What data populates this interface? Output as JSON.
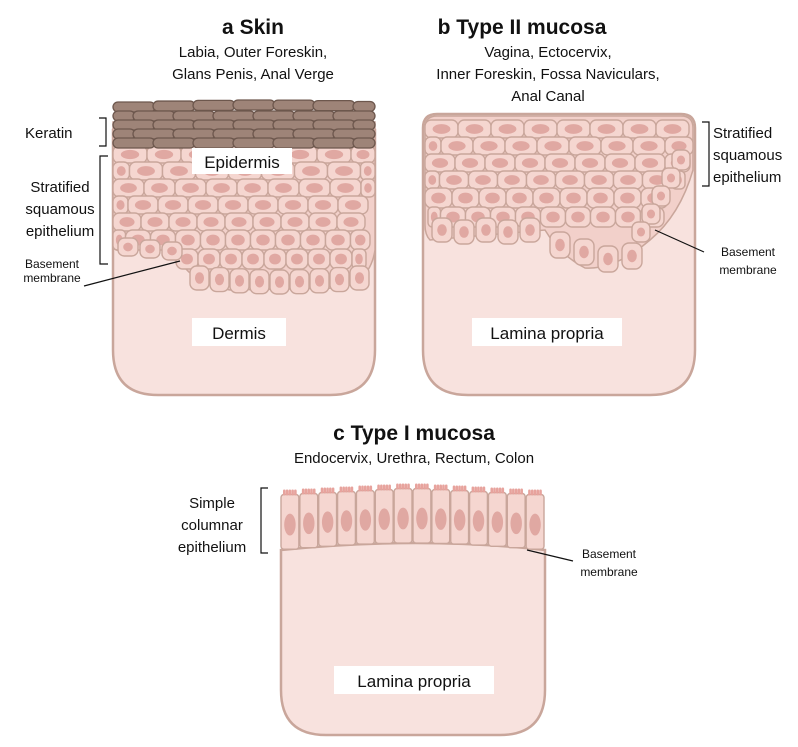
{
  "panels": {
    "a": {
      "letter": "a",
      "title": "Skin",
      "subtitle_lines": [
        "Labia, Outer Foreskin,",
        "Glans Penis, Anal Verge"
      ],
      "labels": {
        "keratin": "Keratin",
        "epithelium": [
          "Stratified",
          "squamous",
          "epithelium"
        ],
        "basement": [
          "Basement",
          "membrane"
        ],
        "epidermis": "Epidermis",
        "dermis": "Dermis"
      }
    },
    "b": {
      "letter": "b",
      "title": "Type II mucosa",
      "subtitle_lines": [
        "Vagina, Ectocervix,",
        "Inner Foreskin, Fossa Naviculars,",
        "Anal Canal"
      ],
      "labels": {
        "epithelium": [
          "Stratified",
          "squamous",
          "epithelium"
        ],
        "basement": [
          "Basement",
          "membrane"
        ],
        "lamina": "Lamina propria"
      }
    },
    "c": {
      "letter": "c",
      "title": "Type I mucosa",
      "subtitle_lines": [
        "Endocervix, Urethra, Rectum, Colon"
      ],
      "labels": {
        "epithelium": [
          "Simple",
          "columnar",
          "epithelium"
        ],
        "basement": [
          "Basement",
          "membrane"
        ],
        "lamina": "Lamina propria"
      }
    }
  },
  "colors": {
    "tissue_fill": "#f8e2de",
    "tissue_stroke": "#c9a69b",
    "cell_fill": "#f5d6d0",
    "nucleus": "#e0a8a2",
    "keratin_fill": "#9e8478",
    "keratin_stroke": "#6d574d",
    "microvilli": "#e7a39d"
  }
}
